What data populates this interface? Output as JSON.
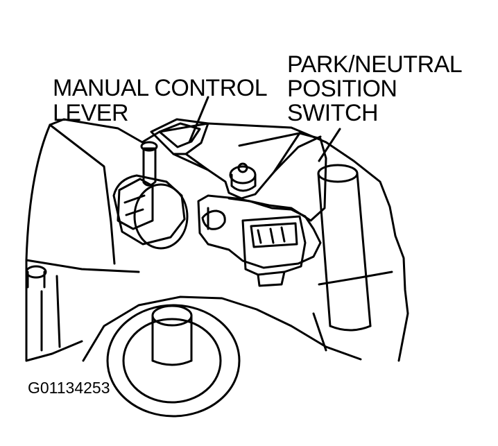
{
  "labels": {
    "manual_control_lever": [
      "MANUAL CONTROL",
      "LEVER"
    ],
    "park_neutral_switch": [
      "PARK/NEUTRAL",
      "POSITION",
      "SWITCH"
    ]
  },
  "figure_id": "G01134253"
}
